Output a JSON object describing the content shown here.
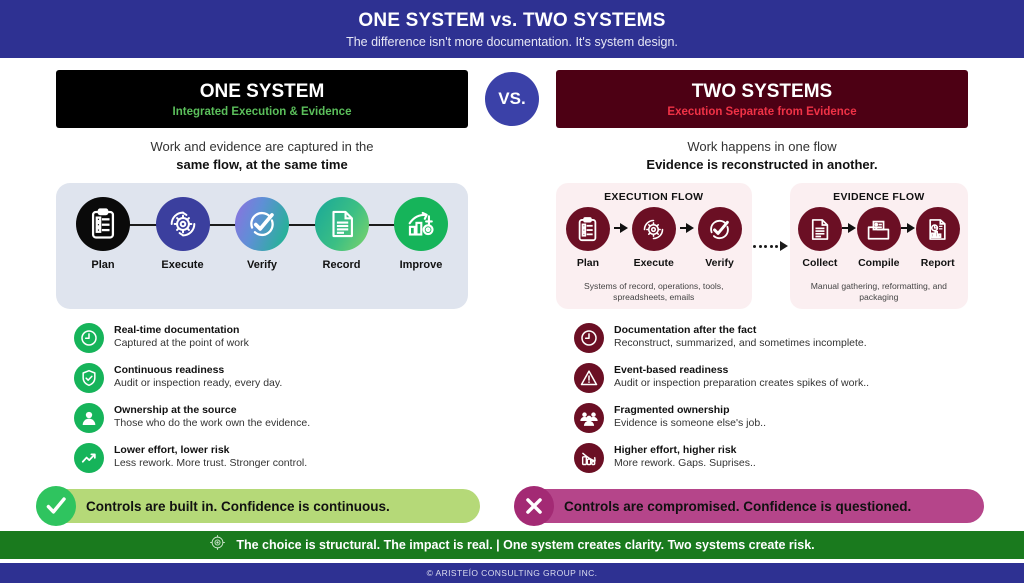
{
  "header": {
    "title": "ONE SYSTEM vs. TWO SYSTEMS",
    "subtitle": "The difference isn't more documentation. It's system design."
  },
  "vs_badge": "VS.",
  "left": {
    "banner_title": "ONE SYSTEM",
    "banner_subtitle": "Integrated Execution & Evidence",
    "caption_line1": "Work and evidence are captured in the",
    "caption_line2": "same flow, at the same time",
    "flow": {
      "nodes": [
        {
          "label": "Plan",
          "icon": "clipboard-checklist-icon"
        },
        {
          "label": "Execute",
          "icon": "gear-cycle-icon"
        },
        {
          "label": "Verify",
          "icon": "check-cycle-icon"
        },
        {
          "label": "Record",
          "icon": "document-lines-icon"
        },
        {
          "label": "Improve",
          "icon": "growth-chart-gear-icon"
        }
      ]
    },
    "bullets": [
      {
        "icon": "clock-icon",
        "title": "Real-time documentation",
        "desc": "Captured at the point of work"
      },
      {
        "icon": "shield-check-icon",
        "title": "Continuous readiness",
        "desc": "Audit or inspection ready, every day."
      },
      {
        "icon": "person-icon",
        "title": "Ownership at the source",
        "desc": "Those who do the work own the evidence."
      },
      {
        "icon": "trend-up-icon",
        "title": "Lower effort, lower risk",
        "desc": "Less rework. More trust. Stronger control."
      }
    ],
    "verdict": "Controls are built in. Confidence is continuous.",
    "verdict_icon": "checkmark-icon"
  },
  "right": {
    "banner_title": "TWO SYSTEMS",
    "banner_subtitle": "Execution Separate from Evidence",
    "caption_line1": "Work happens in one flow",
    "caption_line2": "Evidence is reconstructed in another.",
    "execution_flow": {
      "title": "EXECUTION FLOW",
      "nodes": [
        {
          "label": "Plan",
          "icon": "clipboard-checklist-icon"
        },
        {
          "label": "Execute",
          "icon": "gear-cycle-icon"
        },
        {
          "label": "Verify",
          "icon": "check-cycle-icon"
        }
      ],
      "note": "Systems of record, operations, tools, spreadsheets, emails"
    },
    "evidence_flow": {
      "title": "EVIDENCE FLOW",
      "nodes": [
        {
          "label": "Collect",
          "icon": "document-lines-icon"
        },
        {
          "label": "Compile",
          "icon": "folder-icon"
        },
        {
          "label": "Report",
          "icon": "report-chart-icon"
        }
      ],
      "note": "Manual gathering, reformatting, and packaging"
    },
    "bullets": [
      {
        "icon": "clock-icon",
        "title": "Documentation after the fact",
        "desc": "Reconstruct, summarized, and sometimes incomplete."
      },
      {
        "icon": "warning-triangle-icon",
        "title": "Event-based readiness",
        "desc": "Audit or inspection preparation creates spikes of work.."
      },
      {
        "icon": "people-group-icon",
        "title": "Fragmented ownership",
        "desc": "Evidence is someone else's job.."
      },
      {
        "icon": "trend-down-icon",
        "title": "Higher effort, higher risk",
        "desc": "More rework. Gaps. Suprises.."
      }
    ],
    "verdict": "Controls are compromised. Confidence is questioned.",
    "verdict_icon": "x-mark-icon"
  },
  "footer": {
    "icon": "target-icon",
    "tagline": "The choice is structural. The impact is real.  |  One system creates clarity. Two systems create risk.",
    "copyright": "© ARISTEÍO CONSULTING GROUP INC."
  },
  "colors": {
    "brand_blue": "#2e3192",
    "one_system_bg": "#000000",
    "two_system_bg": "#4d0014",
    "green_accent": "#16b45a",
    "red_accent": "#6b0f24",
    "verdict_green": "#b5d978",
    "verdict_pink": "#b5458a",
    "footer_green": "#1a7a1e"
  }
}
